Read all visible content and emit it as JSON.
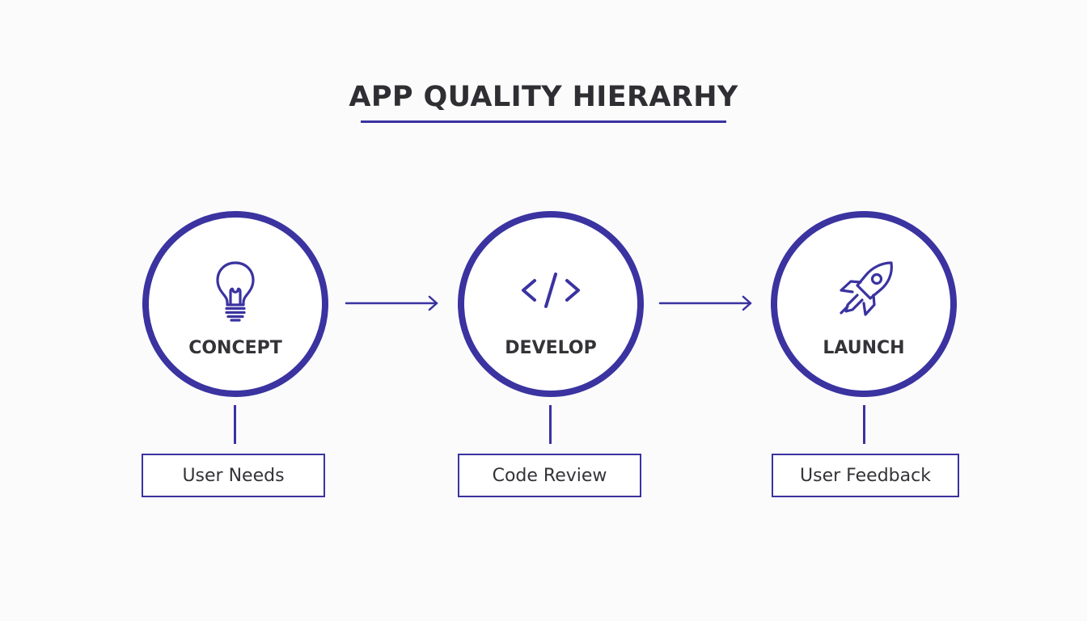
{
  "diagram": {
    "title": "APP QUALITY HIERARHY",
    "accent_color": "#3a33a0",
    "text_color": "#333338",
    "stages": [
      {
        "label": "CONCEPT",
        "icon": "lightbulb-icon",
        "detail": "User Needs"
      },
      {
        "label": "DEVELOP",
        "icon": "code-icon",
        "detail": "Code Review"
      },
      {
        "label": "LAUNCH",
        "icon": "rocket-icon",
        "detail": "User Feedback"
      }
    ]
  }
}
